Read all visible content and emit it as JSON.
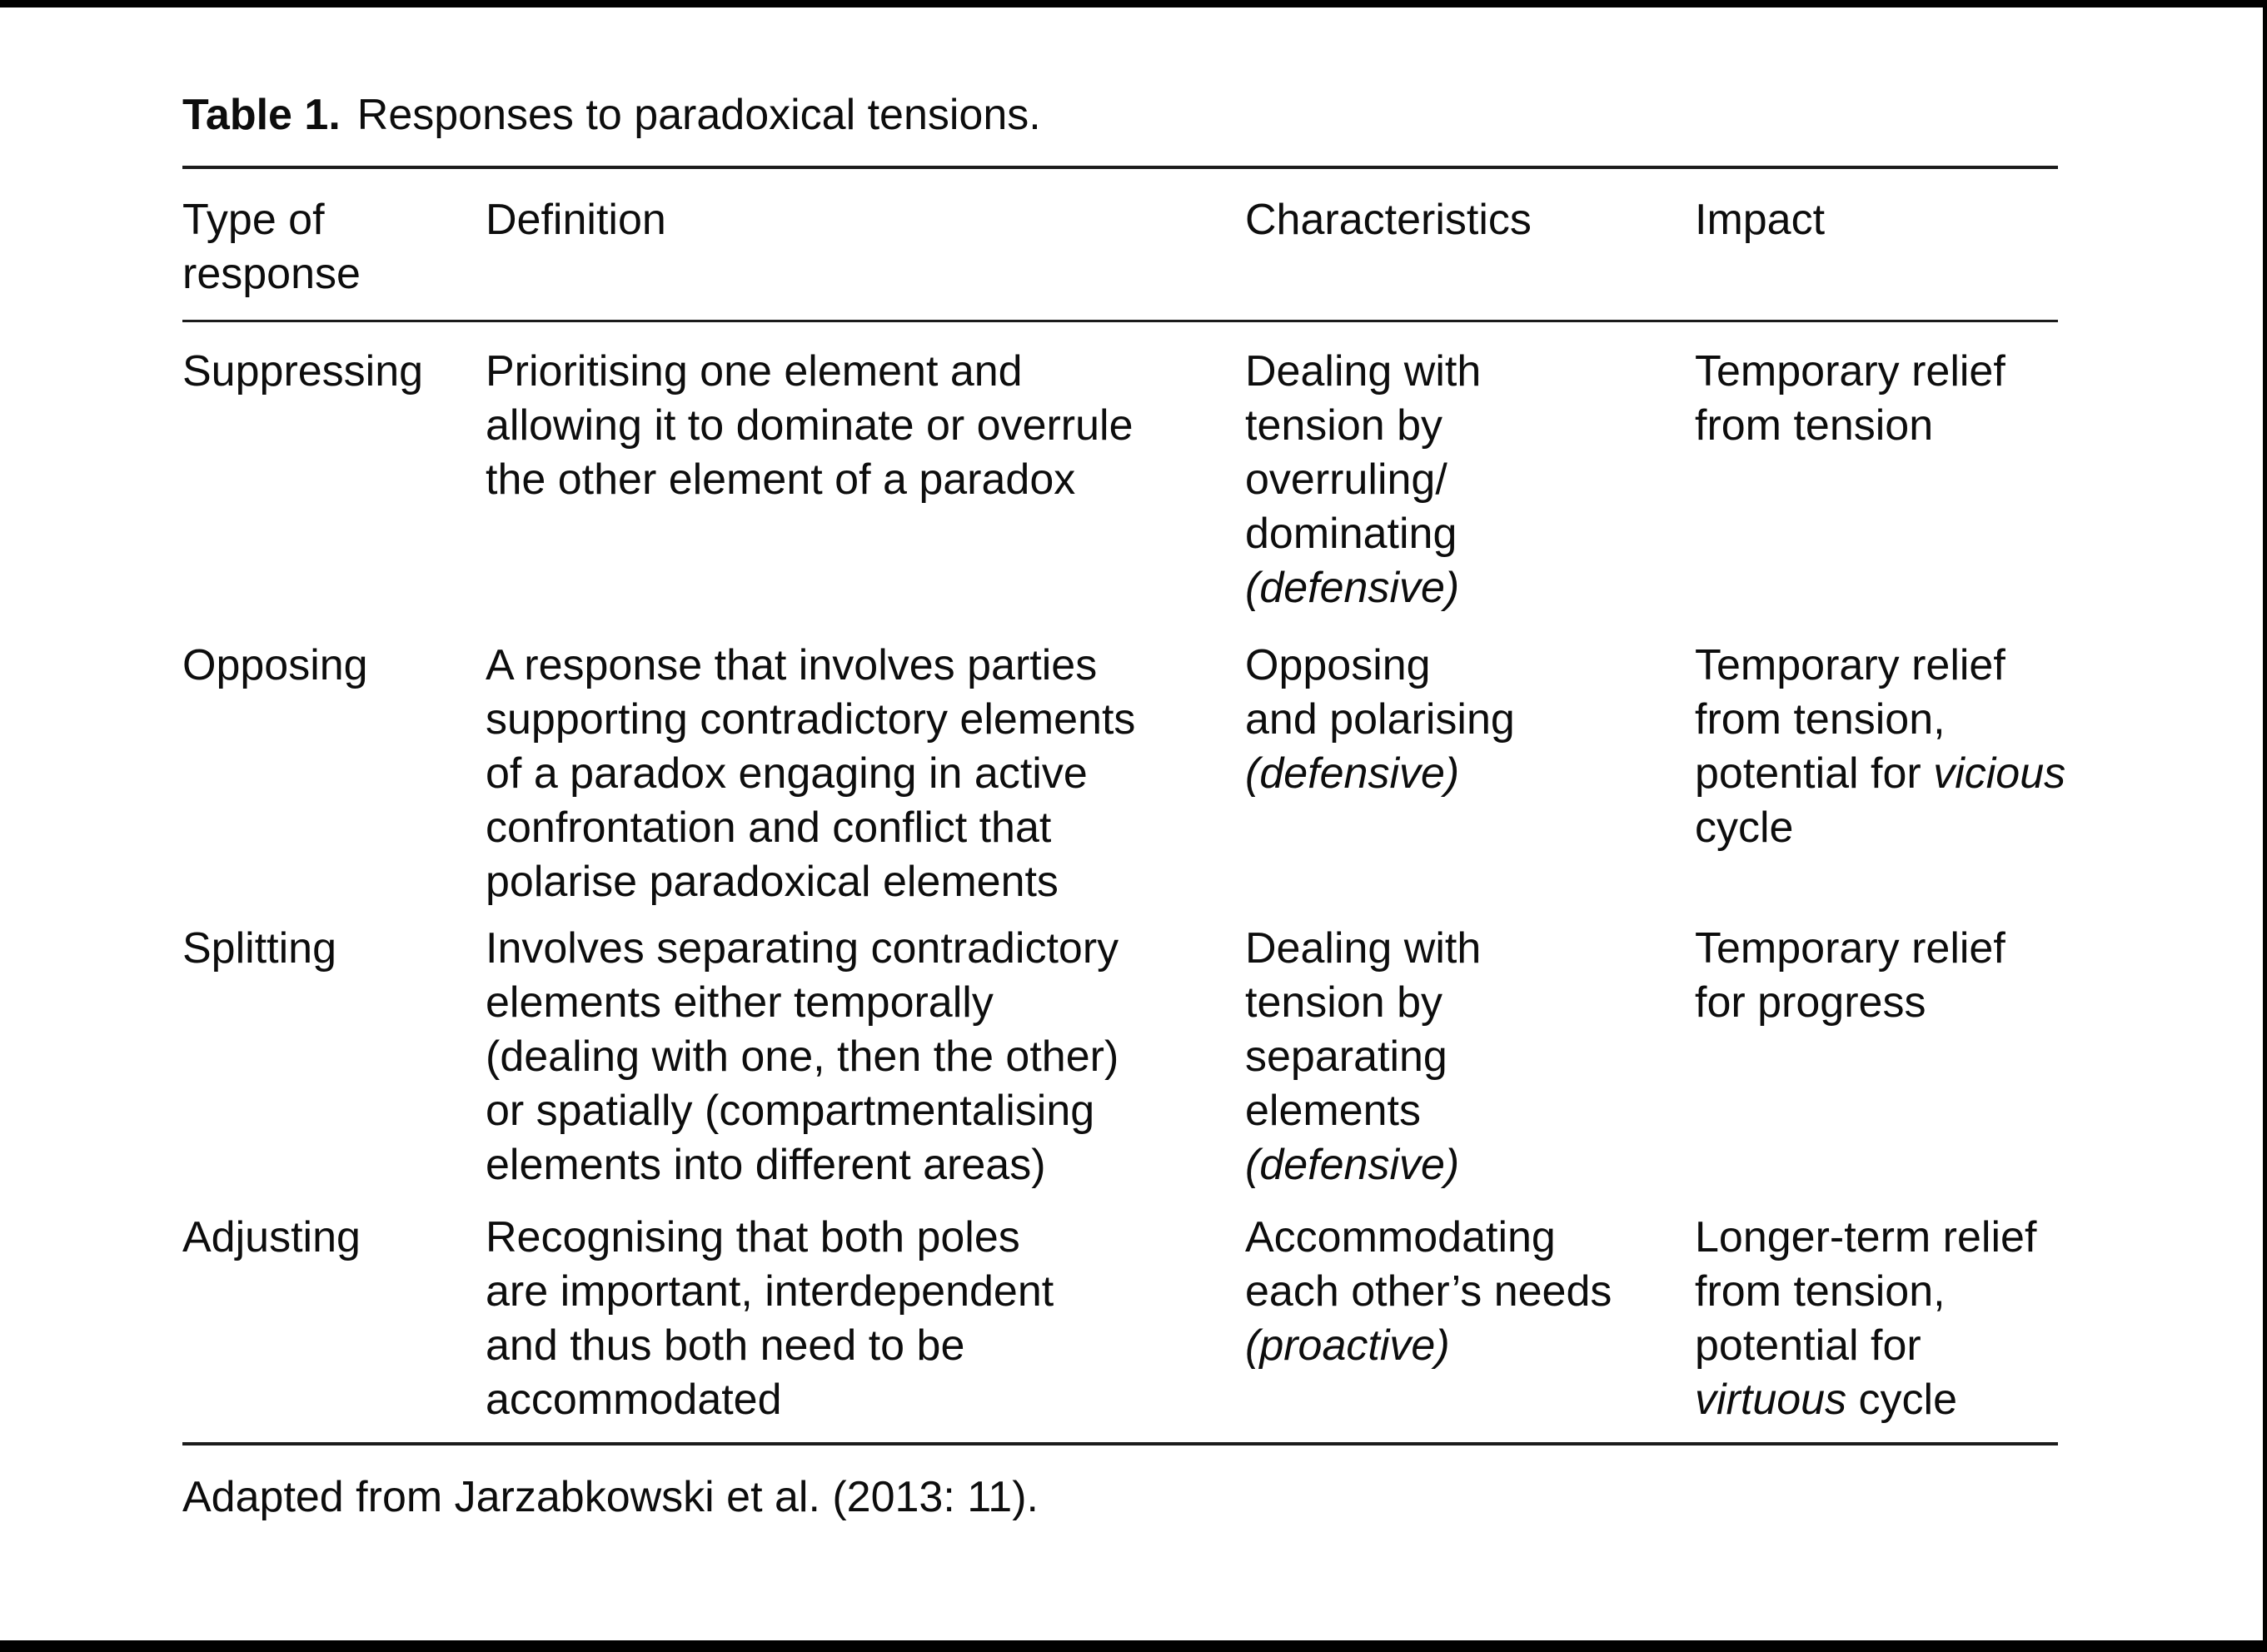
{
  "page": {
    "background_color": "#ffffff",
    "frame_color": "#000000"
  },
  "table": {
    "caption": {
      "label": "Table 1.",
      "text": "Responses to paradoxical tensions."
    },
    "columns": [
      {
        "id": "type",
        "lines": [
          "Type of",
          "response"
        ]
      },
      {
        "id": "definition",
        "lines": [
          "Definition"
        ]
      },
      {
        "id": "characteristics",
        "lines": [
          "Characteristics"
        ]
      },
      {
        "id": "impact",
        "lines": [
          "Impact"
        ]
      }
    ],
    "rows": [
      {
        "type": [
          "Suppressing"
        ],
        "definition": [
          "Prioritising one element and",
          "allowing it to dominate or overrule",
          "the other element of a paradox"
        ],
        "characteristics": [
          "Dealing with",
          "tension by",
          "overruling/",
          "dominating",
          [
            {
              "t": "(defensive)",
              "i": true
            }
          ]
        ],
        "impact": [
          "Temporary relief",
          "from tension"
        ]
      },
      {
        "type": [
          "Opposing"
        ],
        "definition": [
          "A response that involves parties",
          "supporting contradictory elements",
          "of a paradox engaging in active",
          "confrontation and conflict that",
          "polarise paradoxical elements"
        ],
        "characteristics": [
          "Opposing",
          "and polarising",
          [
            {
              "t": "(defensive)",
              "i": true
            }
          ]
        ],
        "impact": [
          "Temporary relief",
          "from tension,",
          [
            {
              "t": "potential for ",
              "i": false
            },
            {
              "t": "vicious",
              "i": true
            }
          ],
          "cycle"
        ]
      },
      {
        "type": [
          "Splitting"
        ],
        "definition": [
          "Involves separating contradictory",
          "elements either temporally",
          "(dealing with one, then the other)",
          "or spatially (compartmentalising",
          "elements into different areas)"
        ],
        "characteristics": [
          "Dealing with",
          "tension by",
          "separating",
          "elements",
          [
            {
              "t": "(defensive)",
              "i": true
            }
          ]
        ],
        "impact": [
          "Temporary relief",
          "for progress"
        ]
      },
      {
        "type": [
          "Adjusting"
        ],
        "definition": [
          "Recognising that both poles",
          "are important, interdependent",
          "and thus both need to be",
          "accommodated"
        ],
        "characteristics": [
          "Accommodating",
          "each other’s needs",
          [
            {
              "t": "(proactive)",
              "i": true
            }
          ]
        ],
        "impact": [
          "Longer-term relief",
          "from tension,",
          "potential for",
          [
            {
              "t": "virtuous",
              "i": true
            },
            {
              "t": " cycle",
              "i": false
            }
          ]
        ]
      }
    ],
    "footnote": "Adapted from Jarzabkowski et al. (2013: 11)."
  }
}
